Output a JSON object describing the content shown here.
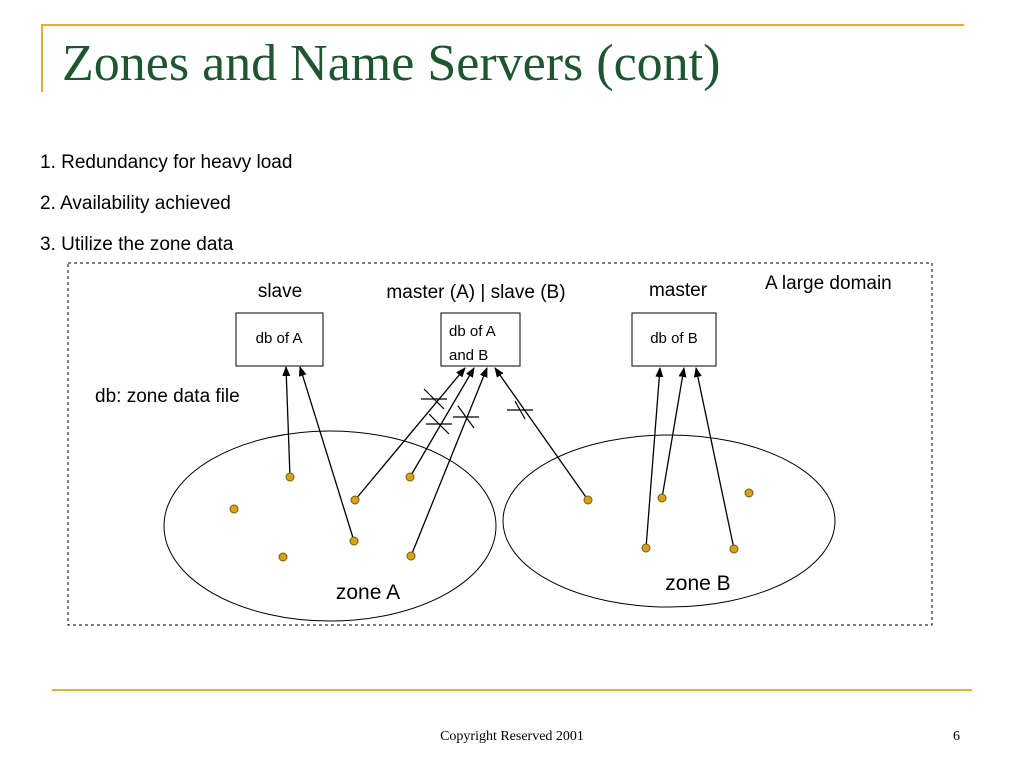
{
  "slide": {
    "title": "Zones and Name Servers (cont)",
    "bullets": [
      "1. Redundancy for heavy load",
      "2. Availability achieved",
      "3. Utilize the zone data"
    ],
    "footer": "Copyright Reserved 2001",
    "page_number": "6"
  },
  "diagram": {
    "domain_label": "A large domain",
    "db_note": "db: zone data file",
    "servers": [
      {
        "role": "slave",
        "db_line1": "db of A",
        "db_line2": ""
      },
      {
        "role": "master (A) | slave (B)",
        "db_line1": "db of A",
        "db_line2": "and B"
      },
      {
        "role": "master",
        "db_line1": "db of B",
        "db_line2": ""
      }
    ],
    "zones": [
      {
        "label": "zone A"
      },
      {
        "label": "zone B"
      }
    ]
  },
  "colors": {
    "title": "#1e5631",
    "accent_rule": "#e5b02f",
    "node_fill": "#d6a21e",
    "node_stroke": "#7a5a00"
  }
}
